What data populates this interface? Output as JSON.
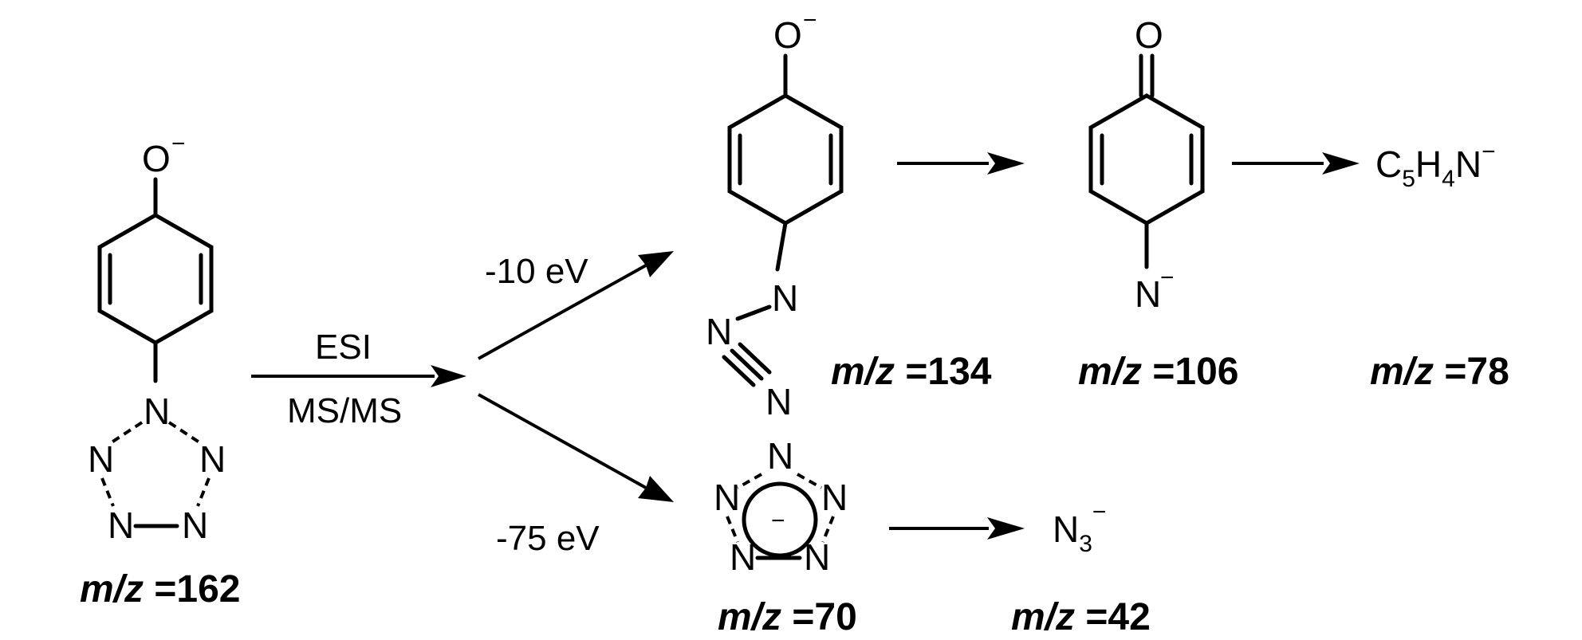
{
  "conditions": {
    "method_top": "ESI",
    "method_bottom": "MS/MS",
    "energy_low": "-10 eV",
    "energy_high": "-75 eV"
  },
  "atoms": {
    "oxygen": "O",
    "nitrogen": "N",
    "charge_minus": "−"
  },
  "formulas": {
    "c5h4n": {
      "C": "C",
      "c_sub": "5",
      "H": "H",
      "h_sub": "4",
      "N": "N",
      "charge": "−"
    },
    "n3": {
      "N": "N",
      "sub": "3",
      "charge": "−"
    }
  },
  "mz_prefix": "m/z",
  "mz_values": {
    "precursor": " =162",
    "azide_phenolate": " =134",
    "quinone_imine": " =106",
    "c5h4n": " =78",
    "tetrazolate": " =70",
    "azide": " =42"
  }
}
